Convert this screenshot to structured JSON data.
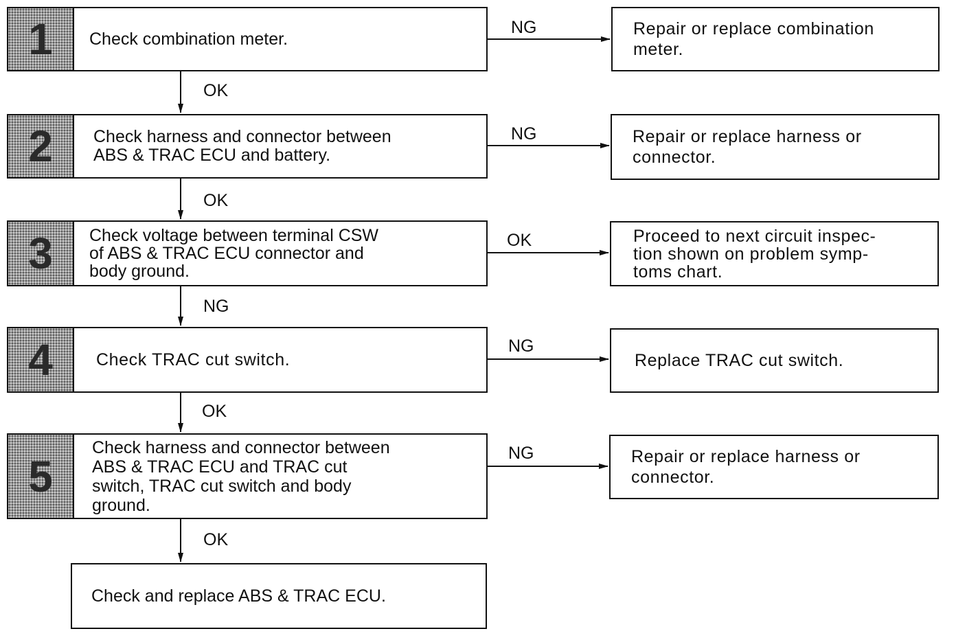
{
  "steps": [
    {
      "number": "1",
      "text": "Check combination meter.",
      "side_label": "NG",
      "side_result": "Repair or replace combination\nmeter.",
      "down_label": "OK"
    },
    {
      "number": "2",
      "text": "Check harness and connector between\nABS & TRAC ECU and battery.",
      "side_label": "NG",
      "side_result": "Repair or replace harness or\nconnector.",
      "down_label": "OK"
    },
    {
      "number": "3",
      "text": "Check voltage between terminal CSW\nof ABS & TRAC ECU connector and\nbody ground.",
      "side_label": "OK",
      "side_result": "Proceed to next circuit inspec-\ntion shown on problem symp-\ntoms chart.",
      "down_label": "NG"
    },
    {
      "number": "4",
      "text": "Check TRAC cut switch.",
      "side_label": "NG",
      "side_result": "Replace TRAC cut switch.",
      "down_label": "OK"
    },
    {
      "number": "5",
      "text": "Check harness and connector between\nABS & TRAC ECU and TRAC cut\nswitch, TRAC cut switch and body\nground.",
      "side_label": "NG",
      "side_result": "Repair or replace harness or\nconnector.",
      "down_label": "OK"
    }
  ],
  "final_step": {
    "text": "Check and replace ABS & TRAC ECU."
  }
}
